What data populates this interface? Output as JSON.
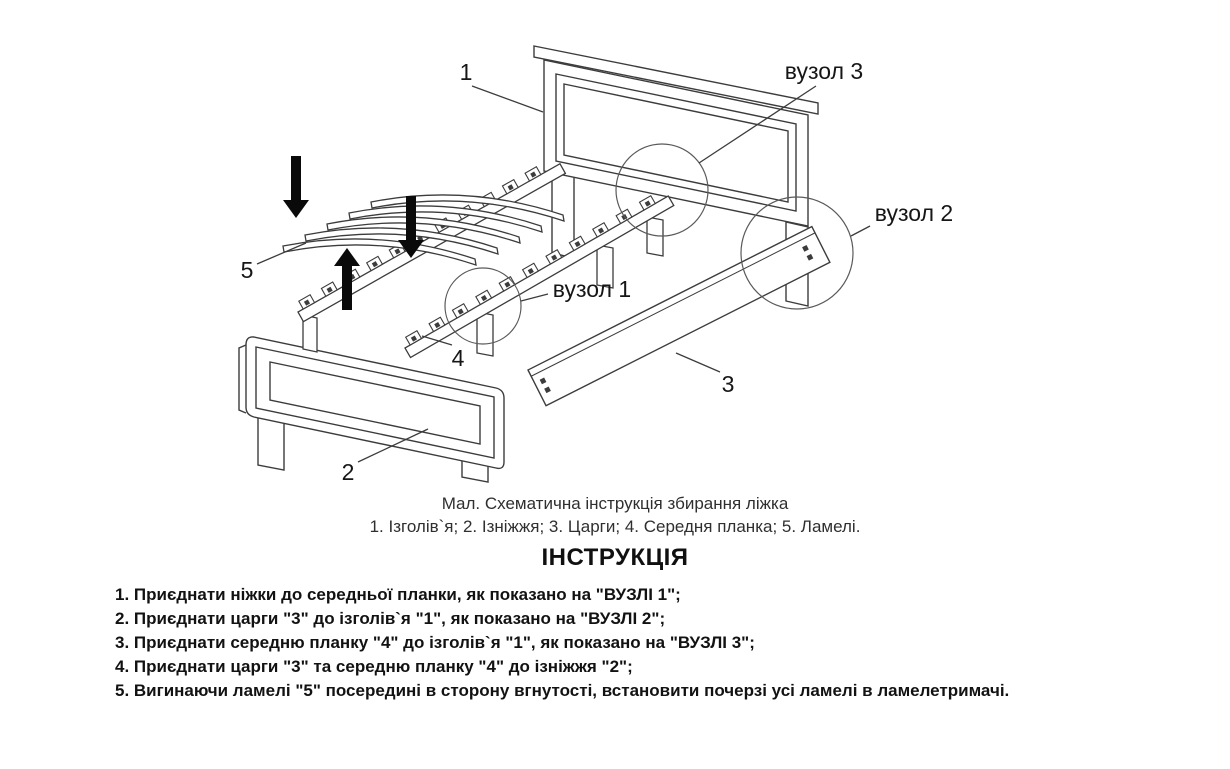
{
  "figure": {
    "caption": "Мал. Схематична інструкція збирання ліжка",
    "legend": "1. Ізголів`я; 2. Ізніжжя; 3. Царги; 4. Середня планка; 5. Ламелі."
  },
  "diagram": {
    "labels": {
      "part1": "1",
      "part2": "2",
      "part3": "3",
      "part4": "4",
      "part5": "5",
      "node1": "вузол 1",
      "node2": "вузол 2",
      "node3": "вузол 3"
    }
  },
  "instructions": {
    "title": "ІНСТРУКЦІЯ",
    "steps": [
      "1. Приєднати ніжки до середньої планки, як показано на \"ВУЗЛІ 1\";",
      "2. Приєднати царги \"3\" до ізголів`я \"1\", як показано на \"ВУЗЛІ 2\";",
      "3. Приєднати середню планку \"4\" до ізголів`я \"1\", як показано на \"ВУЗЛІ 3\";",
      "4. Приєднати царги \"3\" та середню планку \"4\" до ізніжжя \"2\";",
      "5. Вигинаючи ламелі \"5\" посередині в сторону вгнутості, встановити почерзі усі ламелі в ламелетримачі."
    ]
  },
  "colors": {
    "line": "#3c3c3c",
    "circle": "#5a5a5a",
    "arrow": "#0a0a0a",
    "text": "#161616",
    "background": "#ffffff"
  }
}
